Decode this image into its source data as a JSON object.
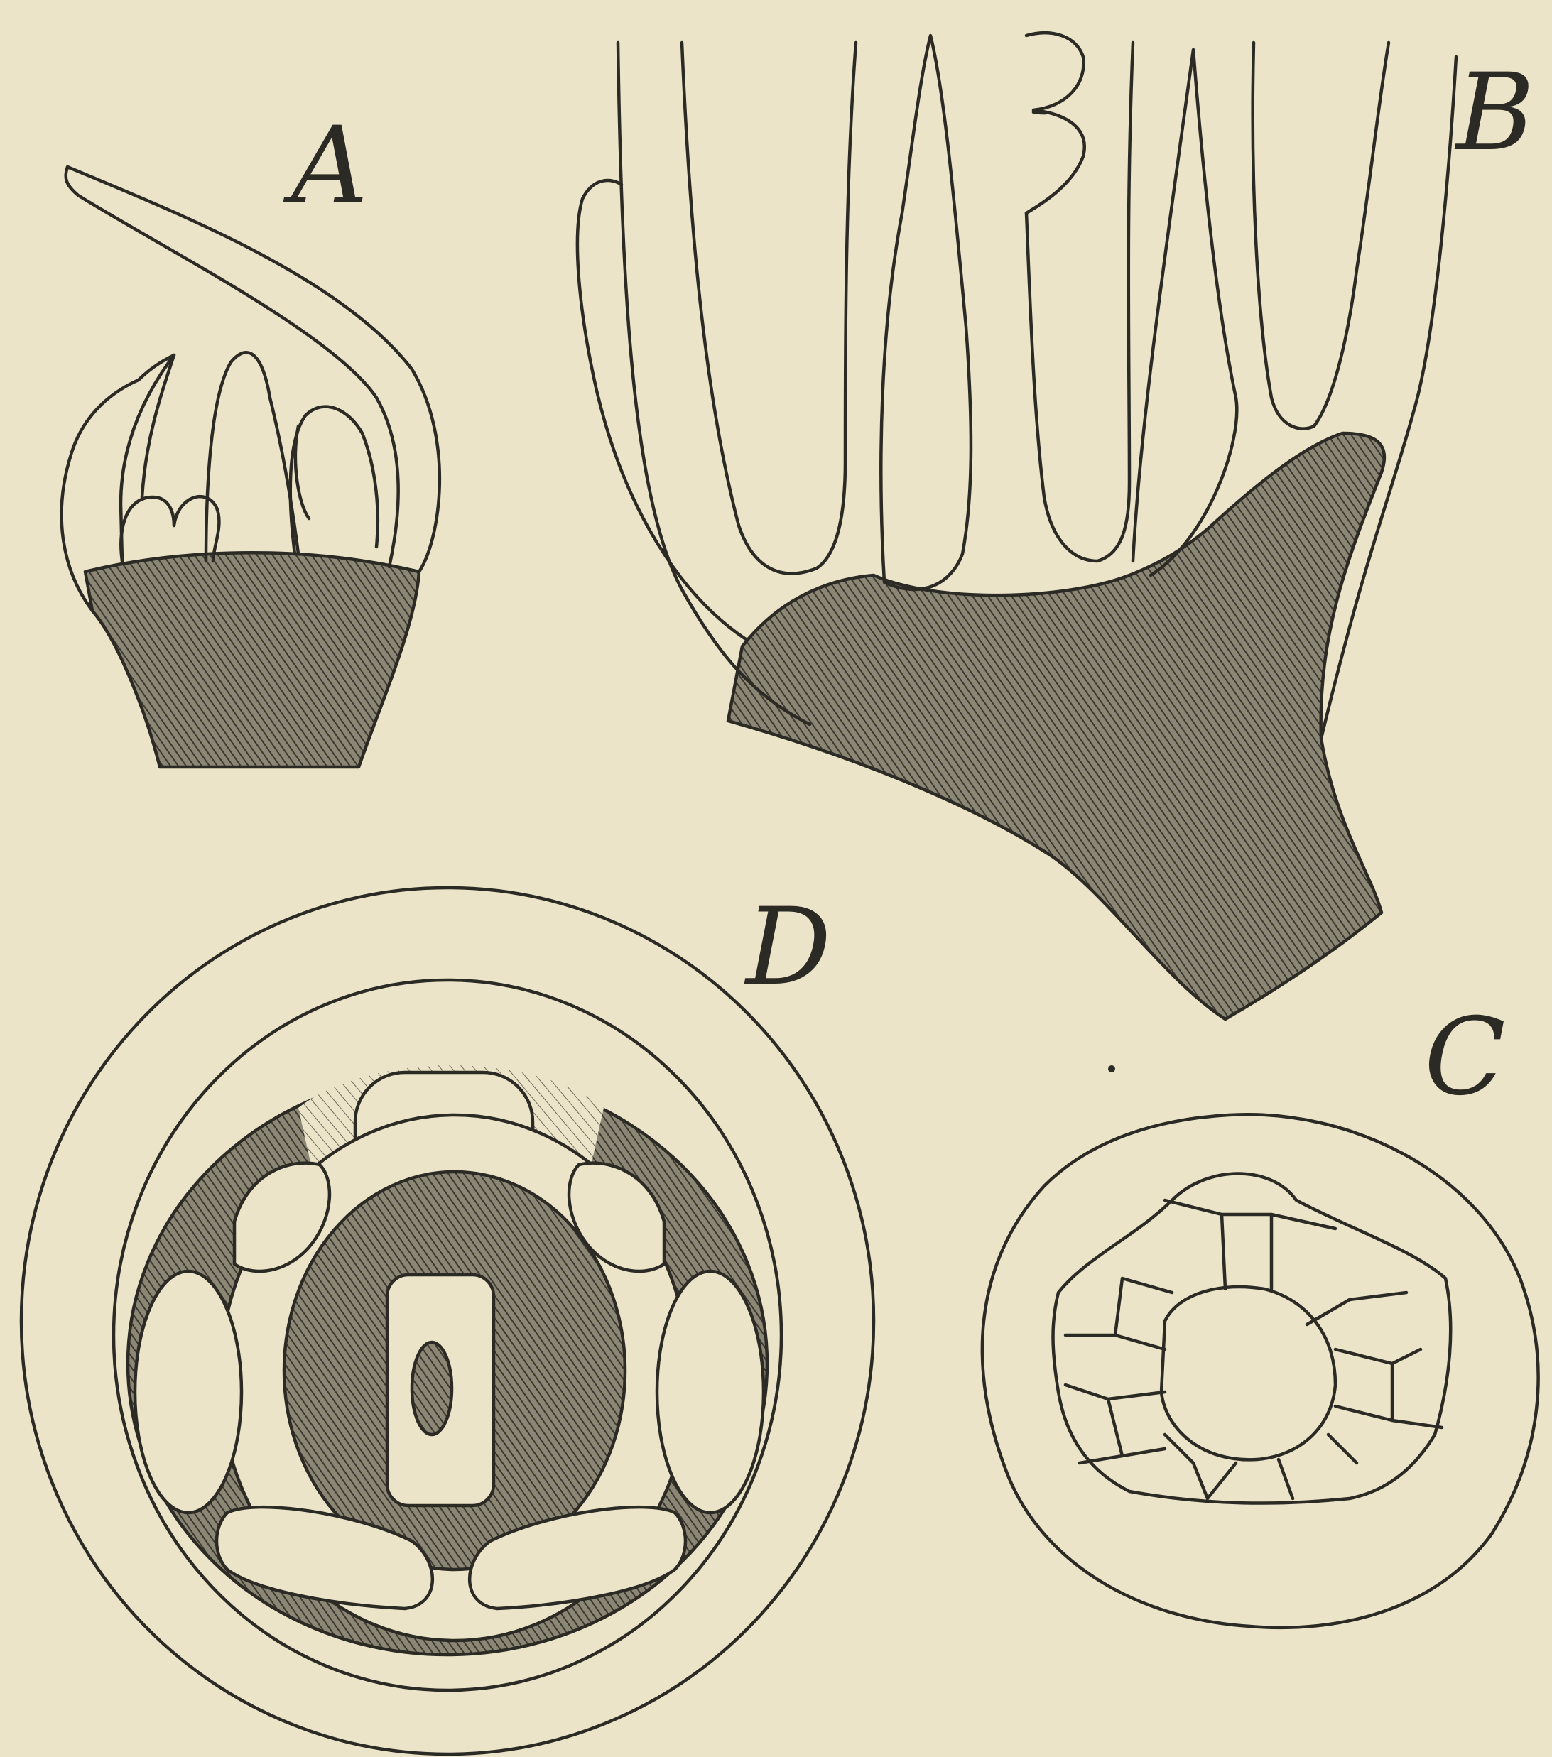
{
  "figure": {
    "panels": [
      {
        "id": "A",
        "label": "A"
      },
      {
        "id": "B",
        "label": "B"
      },
      {
        "id": "C",
        "label": "C"
      },
      {
        "id": "D",
        "label": "D"
      }
    ]
  },
  "colors": {
    "paper": "#ece4c8",
    "ink": "#2c2a25"
  }
}
